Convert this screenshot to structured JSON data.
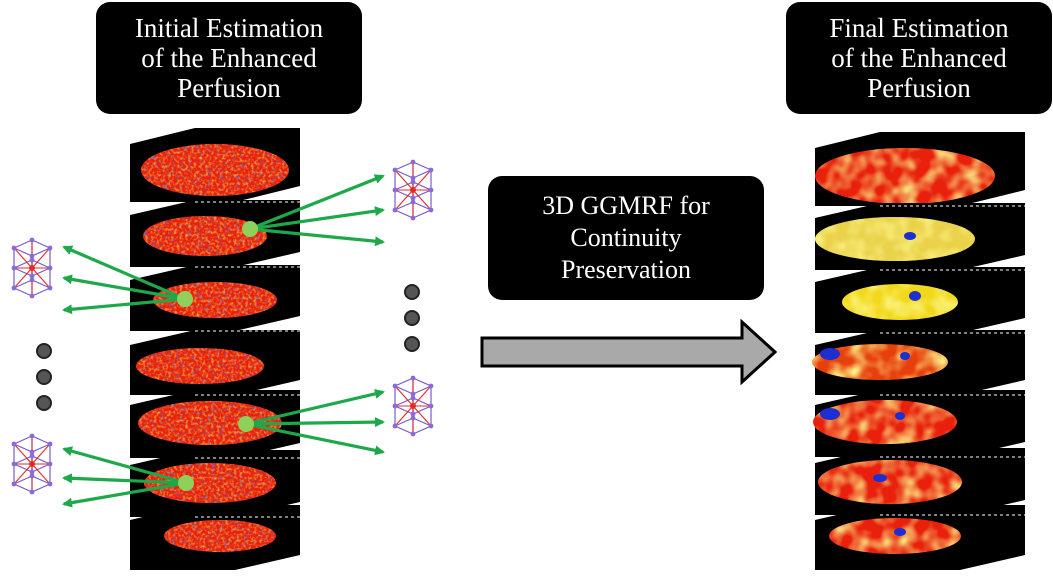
{
  "left_label": {
    "line1": "Initial Estimation",
    "line2": "of the Enhanced",
    "line3": "Perfusion"
  },
  "right_label": {
    "line1": "Final Estimation",
    "line2": "of the Enhanced",
    "line3": "Perfusion"
  },
  "middle_label": {
    "line1": "3D GGMRF for",
    "line2": "Continuity",
    "line3": "Preservation"
  },
  "colors": {
    "slice_background": "#000000",
    "perfusion_red": "#e8200c",
    "perfusion_yellow": "#f2e21a",
    "perfusion_blue": "#1d2fd0",
    "neighbor_arrow": "#1fa84a",
    "center_node": "#8fd05a",
    "process_arrow_fill": "#a9a9a9",
    "ellipsis_dot": "#555555"
  },
  "icons": [
    "neighborhood-lattice-icon",
    "ellipsis-dots-icon",
    "process-arrow-icon"
  ]
}
